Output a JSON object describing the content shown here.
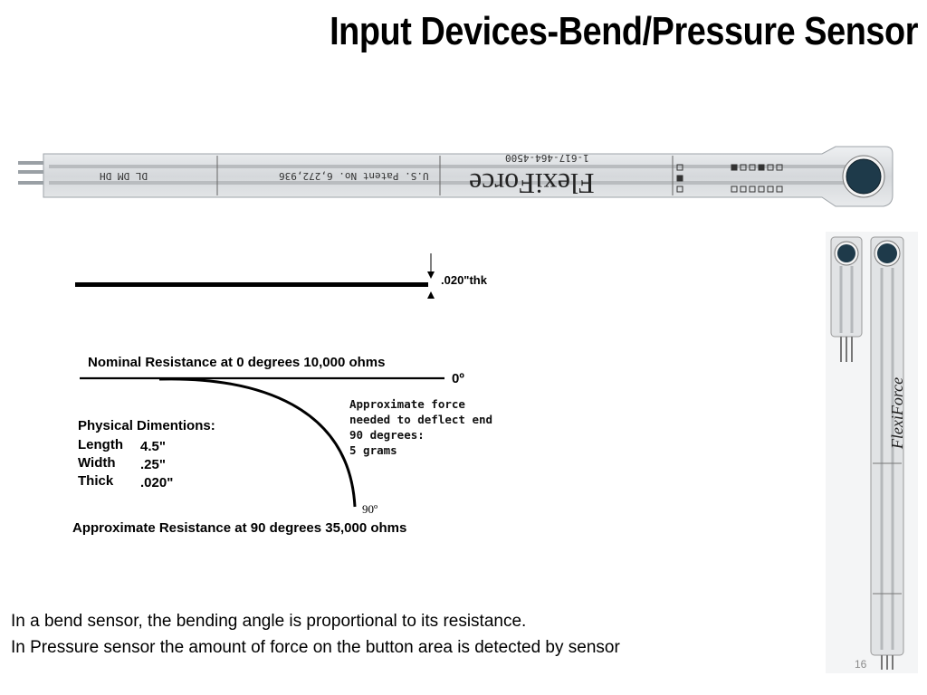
{
  "slide": {
    "title": "Input Devices-Bend/Pressure Sensor",
    "page_number": "16"
  },
  "sensor_photo": {
    "brand": "FlexiForce",
    "patent_text": "U.S. Patent No. 6,272,936",
    "part_number": "1-617-464-4500",
    "codes": "DL DM DH"
  },
  "diagram": {
    "thickness_label": ".020\"thk",
    "nominal_resistance": "Nominal Resistance at  0 degrees 10,000 ohms",
    "zero_degree_label": "0º",
    "force_note": [
      "Approximate force",
      "needed to deflect end",
      "90 degrees:",
      "5 grams"
    ],
    "dimensions_heading": "Physical Dimentions:",
    "dimensions": [
      {
        "label": "Length",
        "value": "4.5\""
      },
      {
        "label": "Width",
        "value": ".25\""
      },
      {
        "label": "Thick",
        "value": ".020\""
      }
    ],
    "ninety_degree_label": "90º",
    "approx_resistance": "Approximate Resistance at 90 degrees 35,000 ohms"
  },
  "captions": [
    "In a bend sensor, the bending angle is proportional to  its resistance.",
    "In Pressure sensor the amount of force on the button area is detected by sensor"
  ]
}
